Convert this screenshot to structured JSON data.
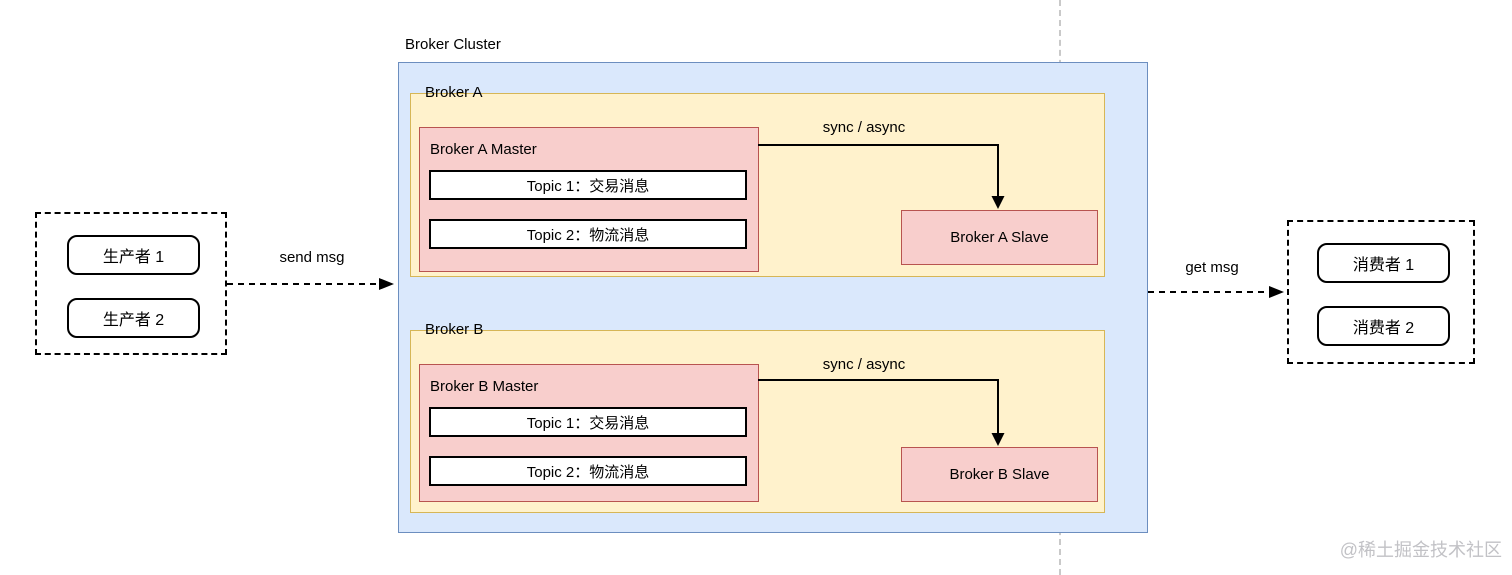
{
  "cluster": {
    "title": "Broker Cluster"
  },
  "brokers": [
    {
      "label": "Broker A",
      "master_label": "Broker A Master",
      "slave_label": "Broker A Slave",
      "sync_label": "sync / async",
      "topics": [
        "Topic 1：交易消息",
        "Topic 2：物流消息"
      ]
    },
    {
      "label": "Broker B",
      "master_label": "Broker B Master",
      "slave_label": "Broker B Slave",
      "sync_label": "sync / async",
      "topics": [
        "Topic 1：交易消息",
        "Topic 2：物流消息"
      ]
    }
  ],
  "producers": {
    "items": [
      "生产者 1",
      "生产者 2"
    ]
  },
  "consumers": {
    "items": [
      "消费者 1",
      "消费者 2"
    ]
  },
  "flows": {
    "send": "send msg",
    "get": "get msg"
  },
  "watermark": "@稀土掘金技术社区",
  "colors": {
    "cluster_fill": "#dae8fc",
    "cluster_border": "#6c8ebf",
    "broker_fill": "#fff2cc",
    "broker_border": "#d6b656",
    "node_fill": "#f8cecc",
    "node_border": "#b85450",
    "divider_line": "#c9c9c9",
    "watermark_text": "#c2c2c6"
  }
}
